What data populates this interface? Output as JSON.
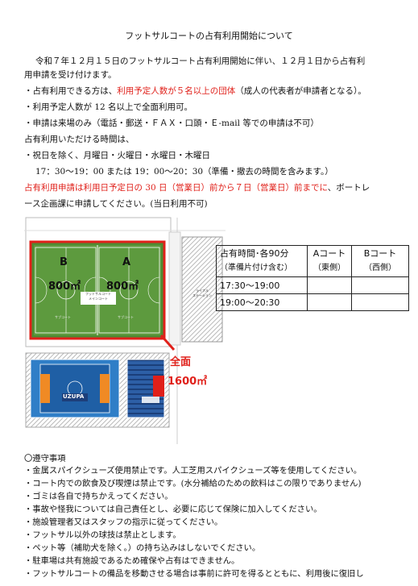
{
  "title": "フットサルコートの占有利用開始について",
  "intro": {
    "line1": "令和７年１２月１５日のフットサルコート占有利用開始に伴い、１２月１日から占有利",
    "line2": "用申請を受け付けます。",
    "b1_pre": "・占有利用できる方は、",
    "b1_red": "利用予定人数が５名以上の団体",
    "b1_post": "（成人の代表者が申請者となる）。",
    "b2": "・利用予定人数が 12 名以上で全面利用可。",
    "b3": "・申請は来場のみ（電話・郵送・ＦＡＸ・口頭・Ｅ-mail 等での申請は不可）",
    "times_head": "占有利用いただける時間は、",
    "times_days": "・祝日を除く、月曜日・火曜日・水曜日・木曜日",
    "times_slots": "17：30～19：00 または 19：00～20：30（準備・撤去の時間を含みます。）",
    "deadline_red": "占有利用申請は利用日予定日の 30 日（営業日）前から７日（営業日）前までに",
    "deadline_post": "、ボートレ",
    "deadline_line2": "ース企画課に申請してください。(当日利用不可)"
  },
  "map": {
    "court_b": "B",
    "court_a": "A",
    "area_b": "800㎡",
    "area_a": "800㎡",
    "center_text": "フットサルコート\nメインコート",
    "sub_left": "サブコート",
    "sub_right": "サブコート",
    "station": "ライフル\nステーション",
    "full_label": "全面",
    "full_area": "1600㎡",
    "logo": "UZUPA",
    "red": "#e0201a",
    "turf": "#5d8f3e"
  },
  "table": {
    "header": [
      "占有時間･各90分（準備片付け含む）",
      "Aコート（東側）",
      "Bコート（西側）"
    ],
    "h0a": "占有時間･各90分",
    "h0b": "（準備片付け含む）",
    "h1a": "Aコート",
    "h1b": "（東側）",
    "h2a": "Bコート",
    "h2b": "（西側）",
    "rows": [
      [
        "17:30～19:00",
        "",
        ""
      ],
      [
        "19:00～20:30",
        "",
        ""
      ]
    ]
  },
  "notes": {
    "heading": "〇遵守事項",
    "items": [
      "・金属スパイクシューズ使用禁止です。人工芝用スパイクシューズ等を使用してください。",
      "・コート内での飲食及び喫煙は禁止です。(水分補給のための飲料はこの限りでありません)",
      "・ゴミは各自で持ちかえってください。",
      "・事故や怪我については自己責任とし、必要に応じて保険に加入してください。",
      "・施設管理者又はスタッフの指示に従ってください。",
      "・フットサル以外の球技は禁止とします。",
      "・ペット等（補助犬を除く。）の持ち込みはしないでください。",
      "・駐車場は共有施設であるため確保や占有はできません。",
      "・フットサルコートの備品を移動させる場合は事前に許可を得るとともに、利用後に復旧し"
    ]
  }
}
